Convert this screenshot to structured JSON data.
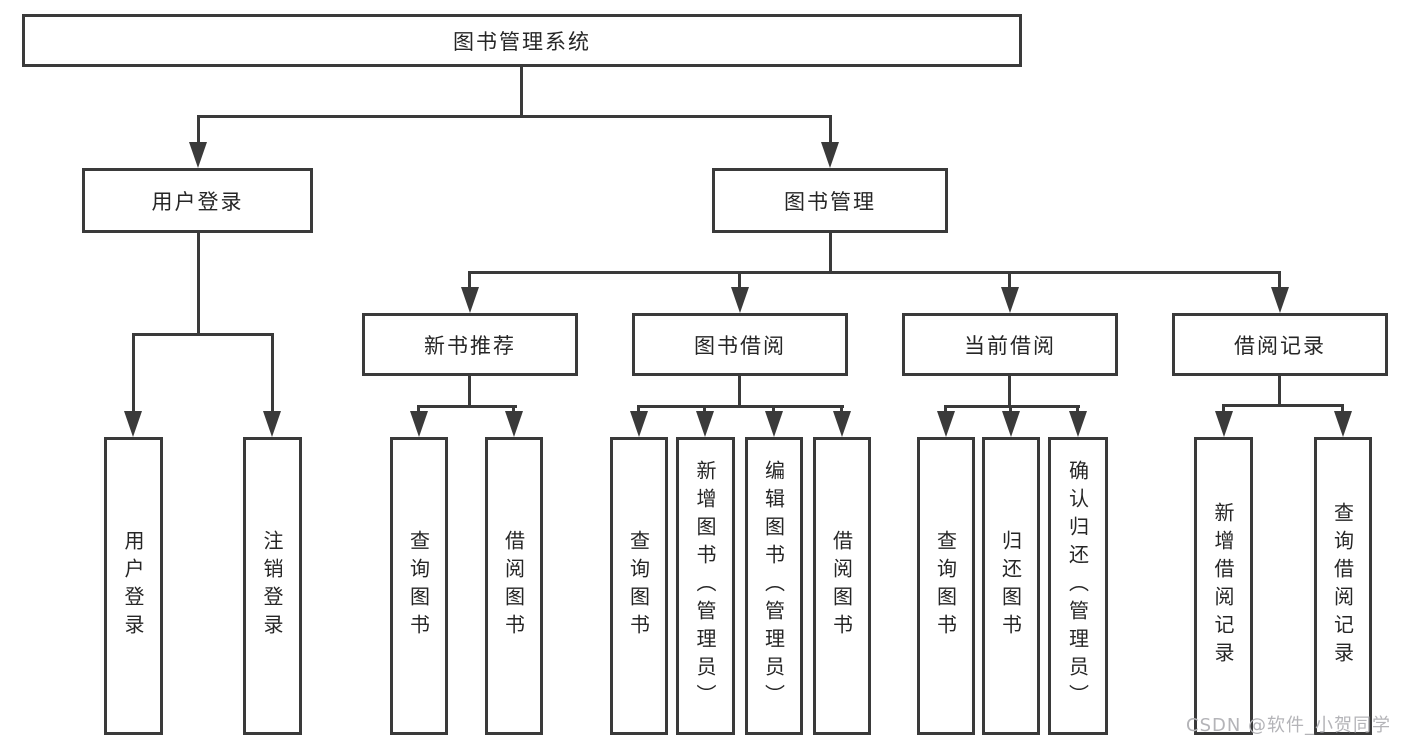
{
  "diagram": {
    "root": {
      "label": "图书管理系统"
    },
    "level2": [
      {
        "label": "用户登录"
      },
      {
        "label": "图书管理"
      }
    ],
    "level3": [
      {
        "label": "新书推荐"
      },
      {
        "label": "图书借阅"
      },
      {
        "label": "当前借阅"
      },
      {
        "label": "借阅记录"
      }
    ],
    "leaves": {
      "user_login": [
        {
          "label": "用户登录"
        },
        {
          "label": "注销登录"
        }
      ],
      "new_book": [
        {
          "label": "查询图书"
        },
        {
          "label": "借阅图书"
        }
      ],
      "book_borrow": [
        {
          "label": "查询图书"
        },
        {
          "label": "新增图书（管理员）"
        },
        {
          "label": "编辑图书（管理员）"
        },
        {
          "label": "借阅图书"
        }
      ],
      "current_borrow": [
        {
          "label": "查询图书"
        },
        {
          "label": "归还图书"
        },
        {
          "label": "确认归还（管理员）"
        }
      ],
      "borrow_records": [
        {
          "label": "新增借阅记录"
        },
        {
          "label": "查询借阅记录"
        }
      ]
    },
    "watermark": "CSDN @软件_小贺同学",
    "colors": {
      "line": "#3a3a3a",
      "text": "#262626",
      "watermark": "#b4b4b8",
      "background": "#ffffff"
    }
  }
}
